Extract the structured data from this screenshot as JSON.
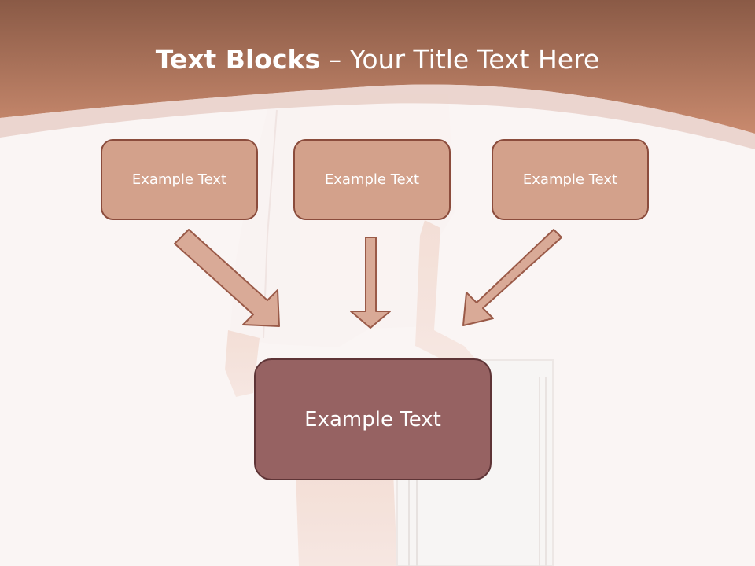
{
  "slide": {
    "title_bold": "Text Blocks",
    "title_dash": " – ",
    "title_rest": "Your Title Text Here"
  },
  "blocks": [
    {
      "label": "Example Text"
    },
    {
      "label": "Example Text"
    },
    {
      "label": "Example Text"
    }
  ],
  "center_block": {
    "label": "Example Text"
  },
  "colors": {
    "header_top": "#8a5a46",
    "header_bottom": "#c98a6e",
    "block_fill": "#d3a18b",
    "block_border": "#8b4c3c",
    "center_fill": "#966262",
    "center_border": "#5e3436",
    "background": "#faf5f4"
  },
  "background_image": {
    "description_icon": "person-with-air-purifier-photo"
  }
}
